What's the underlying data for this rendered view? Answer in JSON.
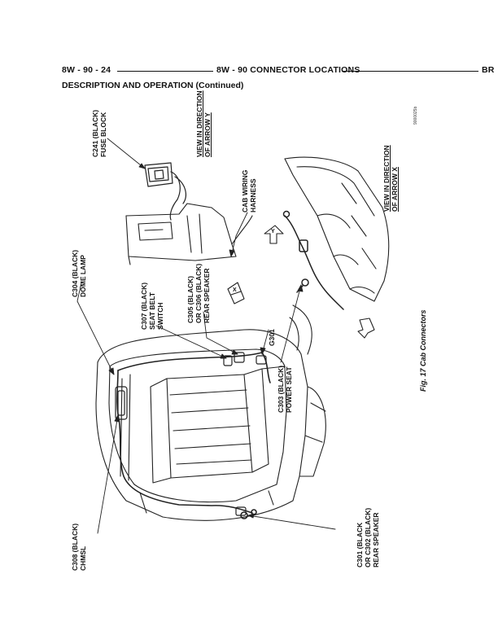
{
  "header": {
    "page_ref": "8W - 90 - 24",
    "section_title": "8W - 90 CONNECTOR LOCATIONS",
    "model_code": "BR"
  },
  "subheader": {
    "title": "DESCRIPTION AND OPERATION",
    "continued": "(Continued)"
  },
  "figure": {
    "labels": {
      "c241": [
        "C241 (BLACK)",
        "FUSE BLOCK"
      ],
      "view_y": [
        "VIEW IN DIRECTION",
        "OF ARROW Y"
      ],
      "cab_harness": [
        "CAB WIRING",
        "HARNESS"
      ],
      "view_x": [
        "VIEW IN DIRECTION",
        "OF ARROW X"
      ],
      "c304": [
        "C304 (BLACK)",
        "DOME LAMP"
      ],
      "c307": [
        "C307 (BLACK)",
        "SEAT BELT",
        "SWITCH"
      ],
      "c305": [
        "C305 (BLACK)",
        "OR C306 (BLACK)",
        "REAR SPEAKER"
      ],
      "g301": [
        "G301"
      ],
      "c303": [
        "C303 (BLACK)",
        "POWER SEAT"
      ],
      "c308": [
        "C308 (BLACK)",
        "CHMSL"
      ],
      "c301": [
        "C301 (BLACK",
        "OR C302 (BLACK)",
        "REAR SPEAKER"
      ]
    },
    "arrow_letters": {
      "x": "X",
      "y": "Y"
    },
    "image_code": "9000025b",
    "caption": "Fig. 17 Cab Connectors"
  }
}
